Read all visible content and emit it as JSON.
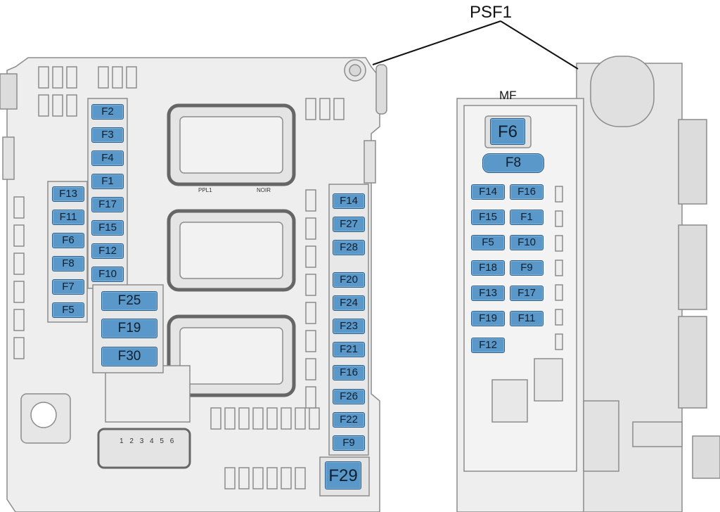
{
  "diagram": {
    "callout_label": "PSF1",
    "mf_label": "MF",
    "connector_labels": [
      "PPL1",
      "NOIR"
    ],
    "connector_pins": [
      "1",
      "2",
      "3",
      "4",
      "5",
      "6"
    ],
    "left_fuses": {
      "col_a": [
        "F13",
        "F11",
        "F6",
        "F8",
        "F7",
        "F5"
      ],
      "col_b": [
        "F2",
        "F3",
        "F4",
        "F1",
        "F17",
        "F15",
        "F12",
        "F10"
      ],
      "mid_large": [
        "F25",
        "F19",
        "F30"
      ],
      "col_right": [
        "F14",
        "F27",
        "F28",
        "F20",
        "F24",
        "F23",
        "F21",
        "F16",
        "F26",
        "F22",
        "F9"
      ],
      "bottom": "F29"
    },
    "right_fuses": {
      "top": "F6",
      "second": "F8",
      "col_left": [
        "F14",
        "F15",
        "F5",
        "F18",
        "F13",
        "F19",
        "F12"
      ],
      "col_right": [
        "F16",
        "F1",
        "F10",
        "F9",
        "F17",
        "F11"
      ]
    }
  },
  "colors": {
    "fuse_fill": "#5a98c9",
    "fuse_border": "#2f5f86",
    "housing": "#ededed",
    "outline": "#8c8c8c"
  }
}
